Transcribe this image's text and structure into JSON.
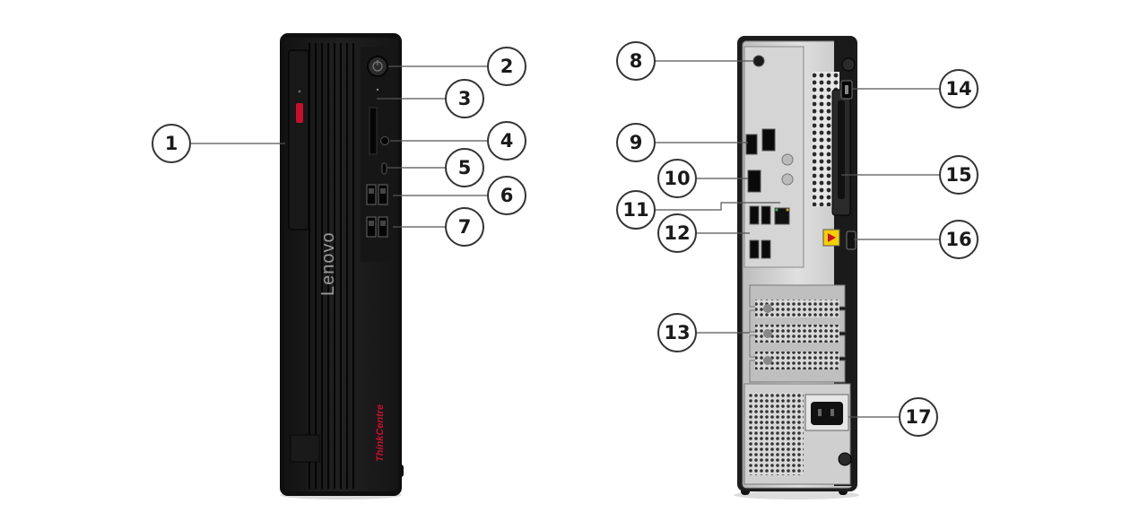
{
  "brand": {
    "front_logo": "Lenovo",
    "series_logo": "ThinkCentre"
  },
  "colors": {
    "chassis": "#1b1b1b",
    "panel_silver": "#c9c9c9",
    "accent_red": "#c8102e",
    "leader_line": "#555555",
    "callout_border": "#333333"
  },
  "callouts": [
    {
      "id": "1",
      "label": "1",
      "view": "front"
    },
    {
      "id": "2",
      "label": "2",
      "view": "front"
    },
    {
      "id": "3",
      "label": "3",
      "view": "front"
    },
    {
      "id": "4",
      "label": "4",
      "view": "front"
    },
    {
      "id": "5",
      "label": "5",
      "view": "front"
    },
    {
      "id": "6",
      "label": "6",
      "view": "front"
    },
    {
      "id": "7",
      "label": "7",
      "view": "front"
    },
    {
      "id": "8",
      "label": "8",
      "view": "rear"
    },
    {
      "id": "9",
      "label": "9",
      "view": "rear"
    },
    {
      "id": "10",
      "label": "10",
      "view": "rear"
    },
    {
      "id": "11",
      "label": "11",
      "view": "rear"
    },
    {
      "id": "12",
      "label": "12",
      "view": "rear"
    },
    {
      "id": "13",
      "label": "13",
      "view": "rear"
    },
    {
      "id": "14",
      "label": "14",
      "view": "rear"
    },
    {
      "id": "15",
      "label": "15",
      "view": "rear"
    },
    {
      "id": "16",
      "label": "16",
      "view": "rear"
    },
    {
      "id": "17",
      "label": "17",
      "view": "rear"
    }
  ]
}
